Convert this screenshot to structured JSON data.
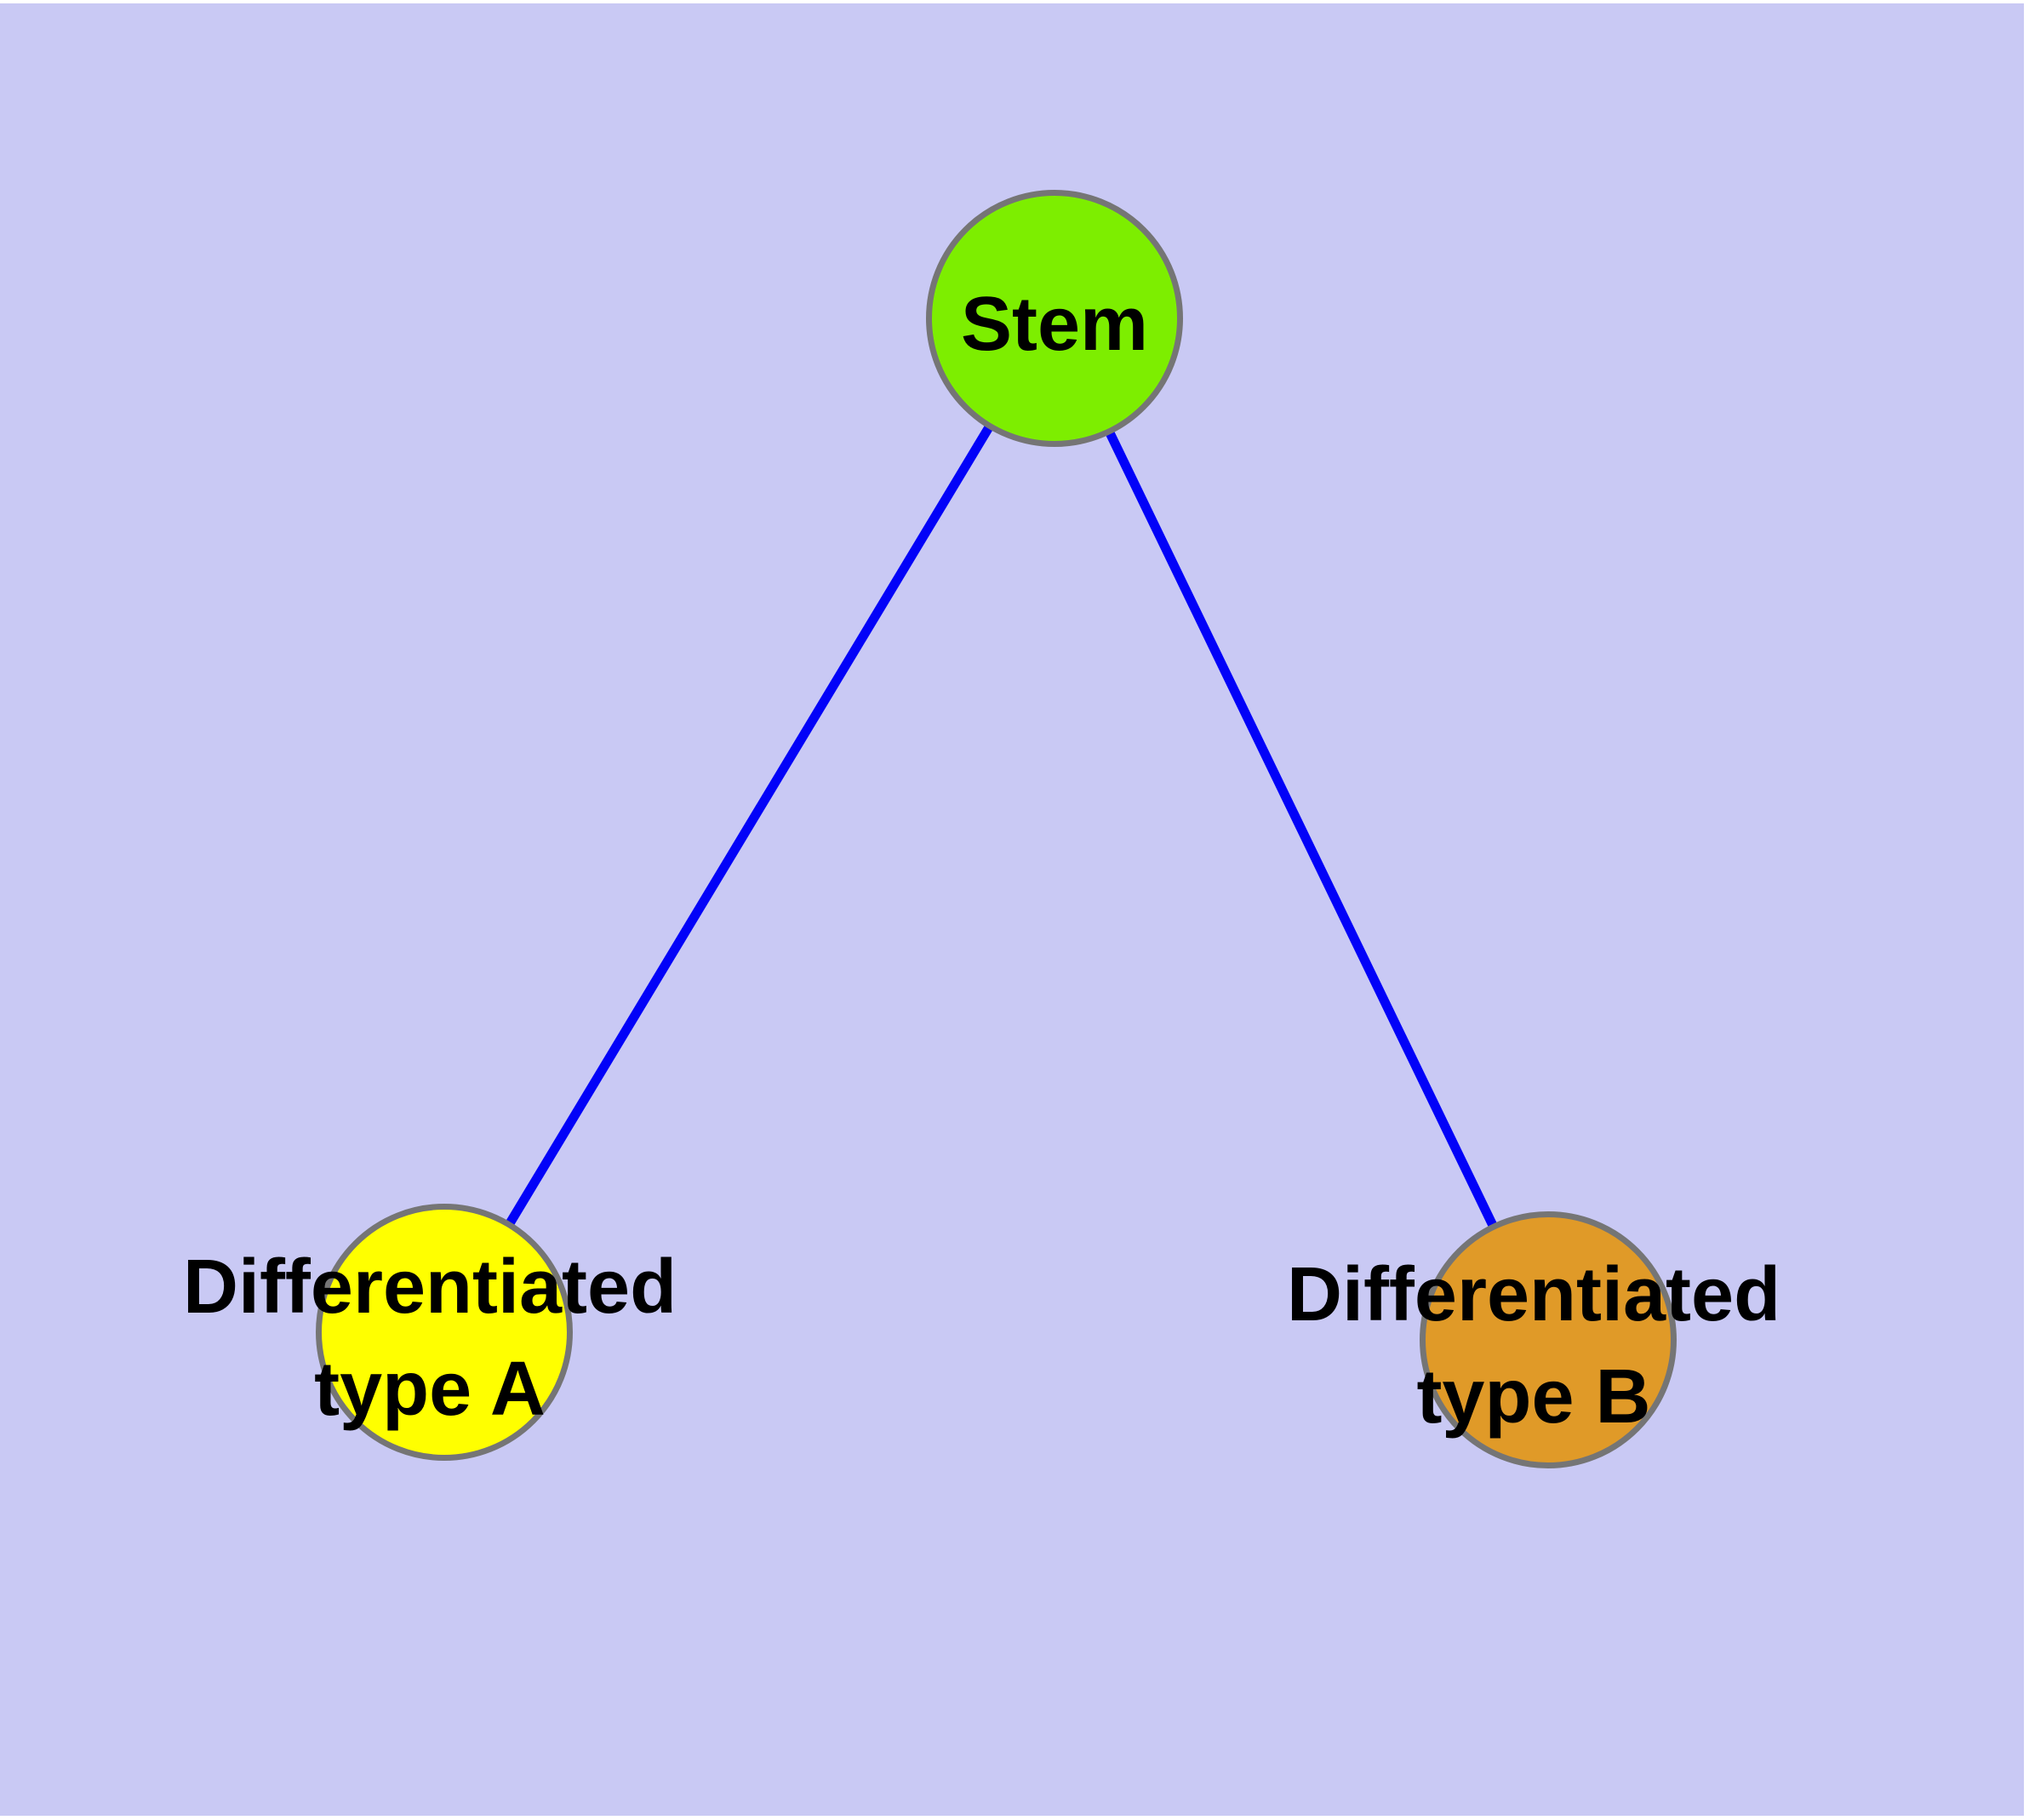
{
  "diagram": {
    "title": "",
    "background_color": "#C9C9F4",
    "edge_color": "#0202F8",
    "node_border_color": "#757575",
    "nodes": {
      "stem": {
        "id": "Stem",
        "label": "Stem",
        "fill": "#7DEE00"
      },
      "typeA": {
        "id": "Differentiated type A",
        "label": [
          "Differentiated",
          "type A"
        ],
        "fill": "#FFFF00"
      },
      "typeB": {
        "id": "Differentiated type B",
        "label": [
          "Differentiated",
          "type B"
        ],
        "fill": "#E09A28"
      }
    },
    "edges": [
      {
        "from": "Stem",
        "to": "Differentiated type A"
      },
      {
        "from": "Stem",
        "to": "Differentiated type B"
      }
    ]
  }
}
